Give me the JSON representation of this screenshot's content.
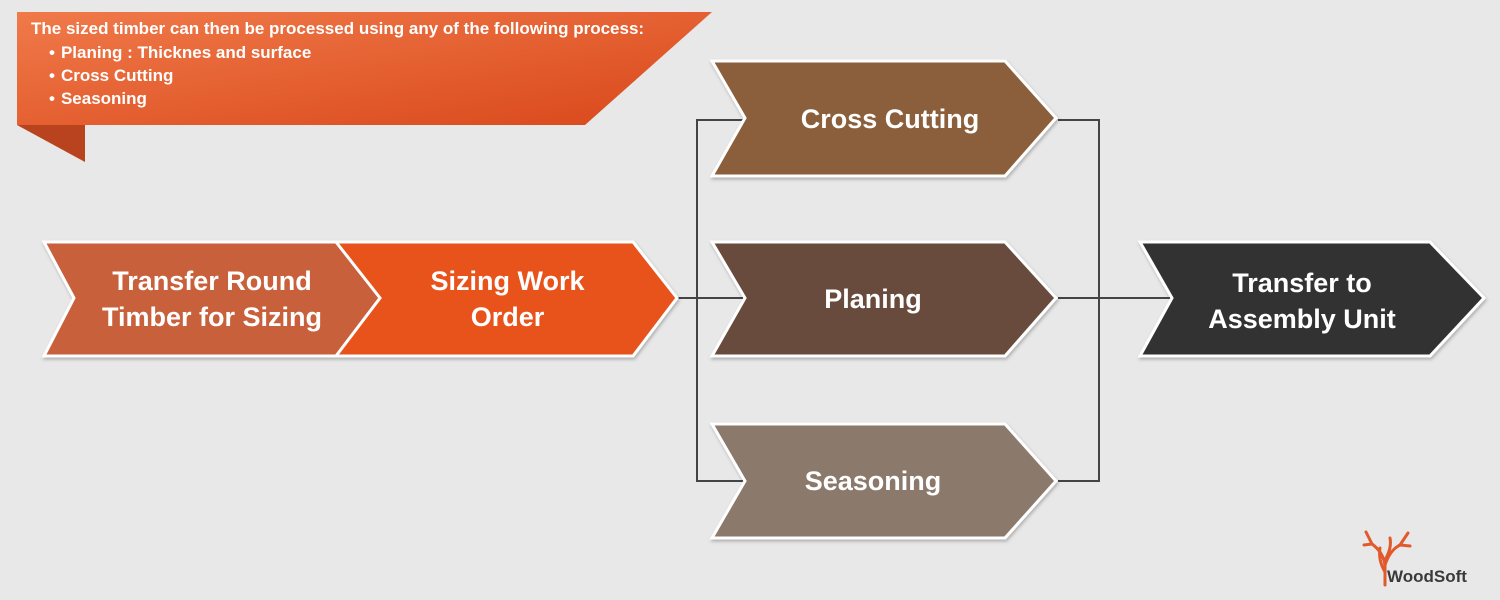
{
  "banner": {
    "title": "The sized timber can then be processed using any of the following process:",
    "items": [
      "Planing : Thicknes and surface",
      "Cross Cutting",
      "Seasoning"
    ],
    "color": "#e05a2c"
  },
  "steps": {
    "transfer_round": {
      "label_line1": "Transfer Round",
      "label_line2": "Timber for Sizing",
      "color": "#c8603a"
    },
    "sizing_order": {
      "label_line1": "Sizing Work",
      "label_line2": "Order",
      "color": "#e8531a"
    },
    "cross_cutting": {
      "label": "Cross Cutting",
      "color": "#8b5e3a"
    },
    "planing": {
      "label": "Planing",
      "color": "#684c3c"
    },
    "seasoning": {
      "label": "Seasoning",
      "color": "#8b7a6c"
    },
    "assembly": {
      "label_line1": "Transfer to",
      "label_line2": "Assembly Unit",
      "color": "#333333"
    }
  },
  "logo": {
    "text": "WoodSoft",
    "icon": "tree-icon",
    "color": "#e05a2c"
  }
}
